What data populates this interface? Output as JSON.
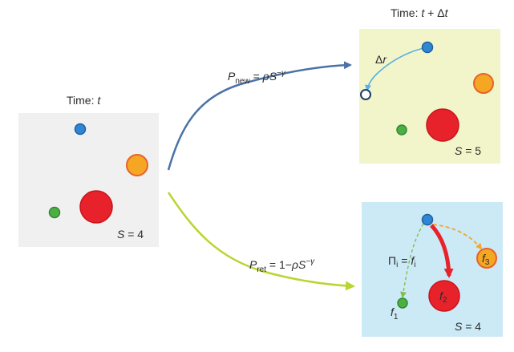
{
  "colors": {
    "panel_t": "#f0f0f0",
    "panel_new": "#f2f5c9",
    "panel_ret": "#cce9f6",
    "arrow_new": "#4a72a8",
    "arrow_ret": "#b9d531",
    "blue": "#2f86d2",
    "orange": "#f5a623",
    "red": "#e8222a",
    "green": "#4caf43",
    "light_blue_arrow": "#56b0e6"
  },
  "left_panel": {
    "time_label": "Time: ",
    "time_var": "t",
    "s_var": "S",
    "s_value": " = 4"
  },
  "new_panel": {
    "time_label": "Time: ",
    "time_var": "t",
    "time_suffix": " + Δ",
    "time_var2": "t",
    "delta_label": "Δ",
    "delta_var": "r",
    "s_var": "S",
    "s_value": " = 5"
  },
  "ret_panel": {
    "pi_label": "Π",
    "pi_sub": "i",
    "pi_eq": " = ",
    "pi_f": "f",
    "pi_f_sub": "i",
    "f1": "f",
    "f1_sub": "1",
    "f2": "f",
    "f2_sub": "2",
    "f3": "f",
    "f3_sub": "3",
    "s_var": "S",
    "s_value": " = 4"
  },
  "p_new": {
    "p": "P",
    "sub": "new",
    "eq": " = ",
    "rho": "ρ",
    "s": "S",
    "exp": "−γ"
  },
  "p_ret": {
    "p": "P",
    "sub": "ret",
    "eq": " = 1−",
    "rho": "ρ",
    "s": "S",
    "exp": "−γ"
  }
}
